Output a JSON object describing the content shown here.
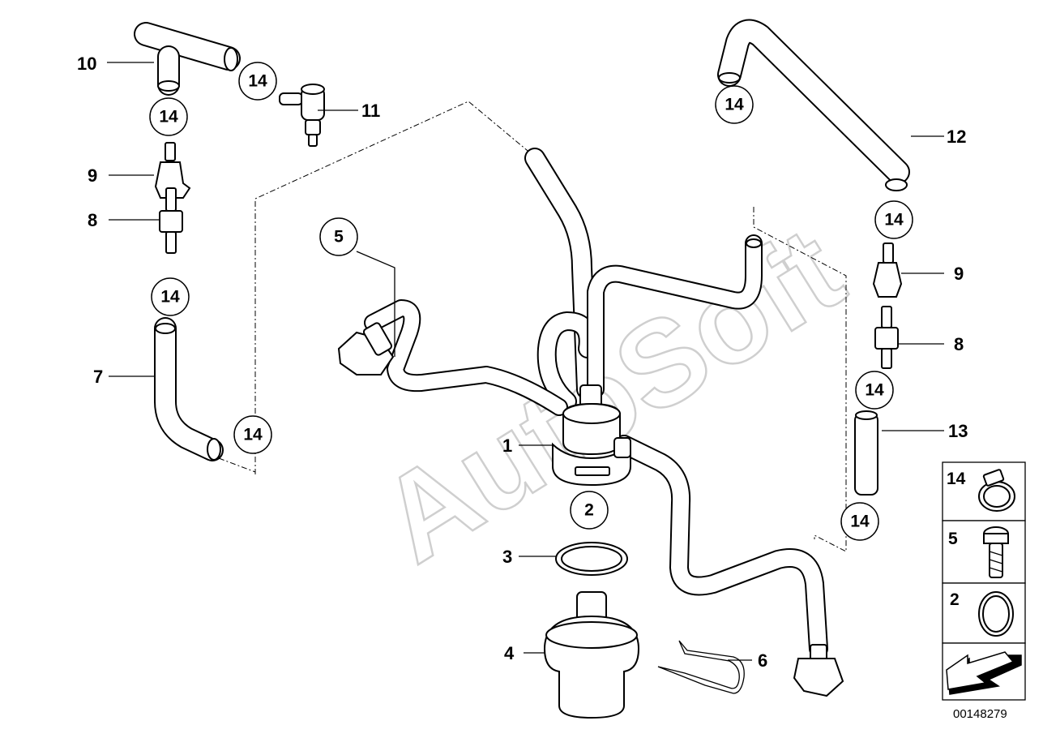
{
  "watermark": "AutoSoft",
  "reference_number": "00148279",
  "callouts": [
    {
      "id": "c10",
      "label": "10"
    },
    {
      "id": "c11",
      "label": "11"
    },
    {
      "id": "c9l",
      "label": "9"
    },
    {
      "id": "c8l",
      "label": "8"
    },
    {
      "id": "c7",
      "label": "7"
    },
    {
      "id": "c5",
      "label": "5"
    },
    {
      "id": "c1",
      "label": "1"
    },
    {
      "id": "c3",
      "label": "3"
    },
    {
      "id": "c4",
      "label": "4"
    },
    {
      "id": "c6",
      "label": "6"
    },
    {
      "id": "c12",
      "label": "12"
    },
    {
      "id": "c9r",
      "label": "9"
    },
    {
      "id": "c8r",
      "label": "8"
    },
    {
      "id": "c13",
      "label": "13"
    }
  ],
  "bubbles": [
    {
      "id": "b1",
      "label": "14"
    },
    {
      "id": "b2",
      "label": "14"
    },
    {
      "id": "b3",
      "label": "14"
    },
    {
      "id": "b4",
      "label": "14"
    },
    {
      "id": "b5",
      "label": "5"
    },
    {
      "id": "b6",
      "label": "2"
    },
    {
      "id": "b7",
      "label": "14"
    },
    {
      "id": "b8",
      "label": "14"
    },
    {
      "id": "b9",
      "label": "14"
    },
    {
      "id": "b10",
      "label": "14"
    }
  ],
  "legend": [
    {
      "label": "14",
      "icon": "hose-clamp-icon"
    },
    {
      "label": "5",
      "icon": "bolt-icon"
    },
    {
      "label": "2",
      "icon": "o-ring-icon"
    },
    {
      "label": "",
      "icon": "direction-arrow-icon"
    }
  ]
}
